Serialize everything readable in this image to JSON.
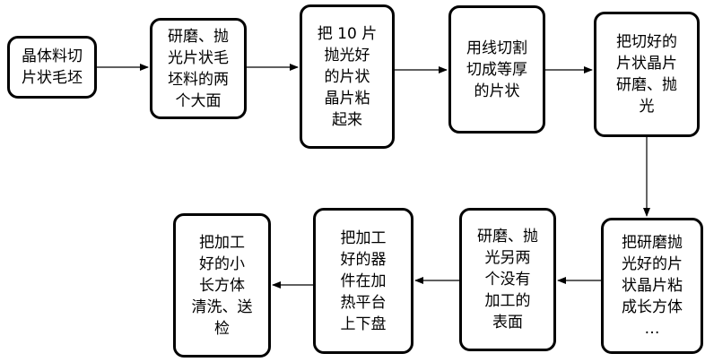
{
  "steps": [
    {
      "id": "s1",
      "text": "晶体料切\n片状毛坯"
    },
    {
      "id": "s2",
      "text": "研磨、抛\n光片状毛\n坯料的两\n个大面"
    },
    {
      "id": "s3",
      "text": "把 10 片\n抛光好\n的片状\n晶片粘\n起来"
    },
    {
      "id": "s4",
      "text": "用线切割\n切成等厚\n的片状"
    },
    {
      "id": "s5",
      "text": "把切好的\n片状晶片\n研磨、抛\n光"
    },
    {
      "id": "s6",
      "text": "把研磨抛\n光好的片\n状晶片粘\n成长方体\n…"
    },
    {
      "id": "s7",
      "text": "研磨、抛\n光另两\n个没有\n加工的\n表面"
    },
    {
      "id": "s8",
      "text": "把加工\n好的器\n件在加\n热平台\n上下盘"
    },
    {
      "id": "s9",
      "text": "把加工\n好的小\n长方体\n清洗、送\n检"
    }
  ]
}
